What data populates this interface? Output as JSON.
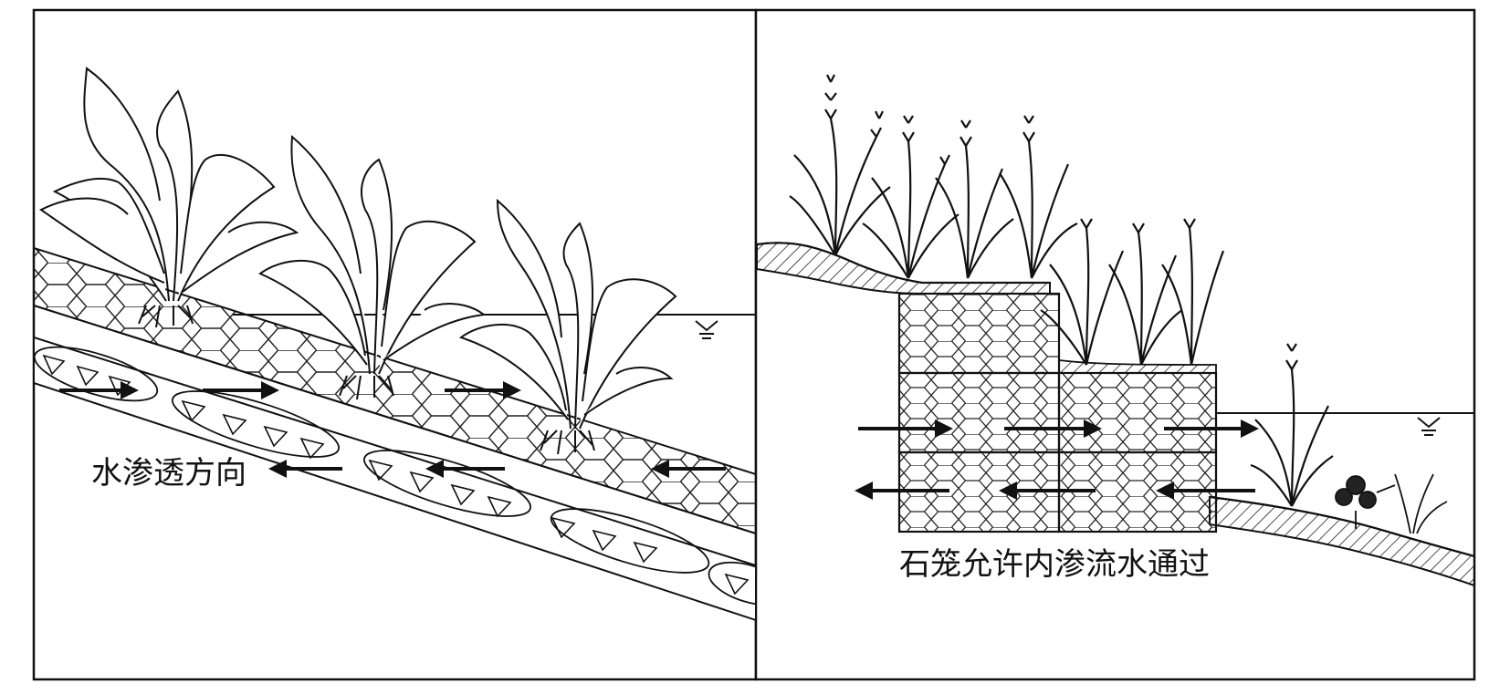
{
  "panels": [
    {
      "id": "left",
      "description_label": "水渗透方向",
      "plants": 3,
      "flow_arrows": {
        "in": 3,
        "out": 3
      }
    },
    {
      "id": "right",
      "description_label": "石笼允许内渗流水通过",
      "reed_clumps": 8,
      "flow_arrows": {
        "in": 3,
        "out": 3
      }
    }
  ],
  "colors": {
    "line": "#111111",
    "background": "#ffffff"
  }
}
